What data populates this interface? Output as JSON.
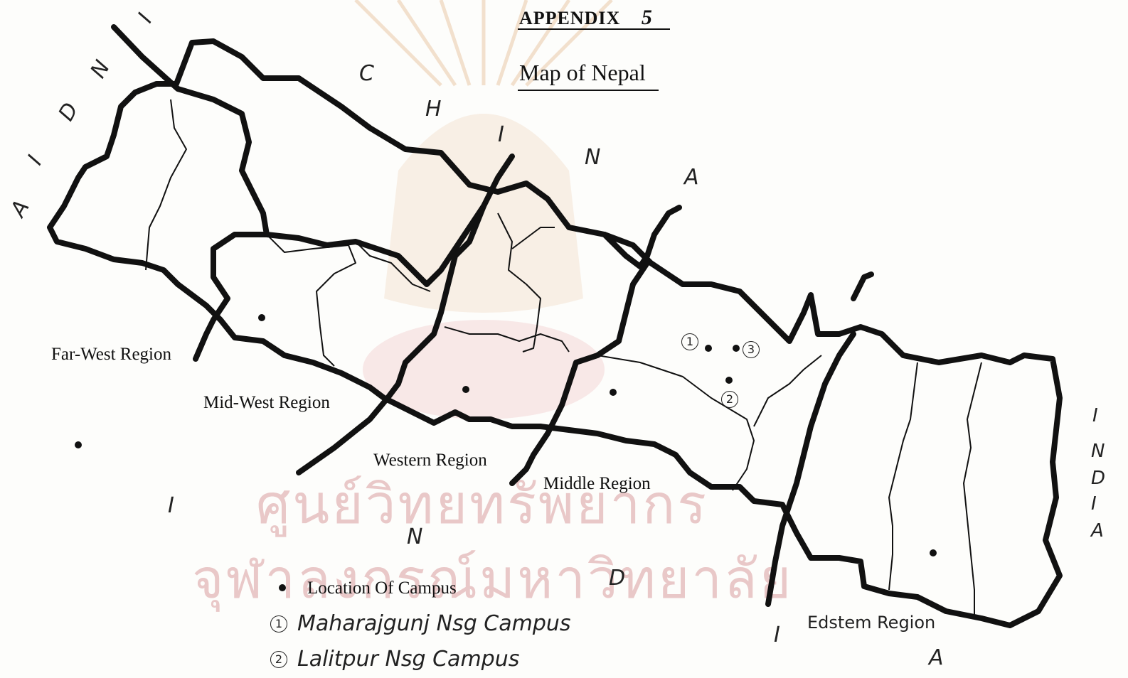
{
  "header": {
    "appendix": "APPENDIX",
    "appendix_number": "5",
    "title": "Map of Nepal"
  },
  "watermark": {
    "line1": "ศูนย์วิทยทรัพยากร",
    "line2": "จุฬาลงกรณ์มหาวิทยาลัย"
  },
  "regions": {
    "far_west": "Far-West Region",
    "mid_west": "Mid-West Region",
    "western": "Western Region",
    "middle": "Middle Region",
    "eastern": "Edstem Region"
  },
  "neighbors": {
    "china": [
      "C",
      "H",
      "I",
      "N",
      "A"
    ],
    "india_west": [
      "I",
      "N",
      "D",
      "I",
      "A"
    ],
    "india_south": [
      "I",
      "N",
      "D"
    ],
    "india_east": [
      "I",
      "N",
      "D",
      "I",
      "A"
    ],
    "india_southeast": [
      "I",
      "A"
    ]
  },
  "legend": {
    "marker_label": "Location Of Campus",
    "campuses": [
      {
        "number": "1",
        "name": "Maharajgunj Nsg Campus"
      },
      {
        "number": "2",
        "name": "Lalitpur Nsg Campus"
      }
    ]
  },
  "campus_markers": [
    "1",
    "2",
    "3"
  ],
  "colors": {
    "ink": "#111111",
    "watermark": "#e9c8c8",
    "paper": "#fdfdfb"
  }
}
